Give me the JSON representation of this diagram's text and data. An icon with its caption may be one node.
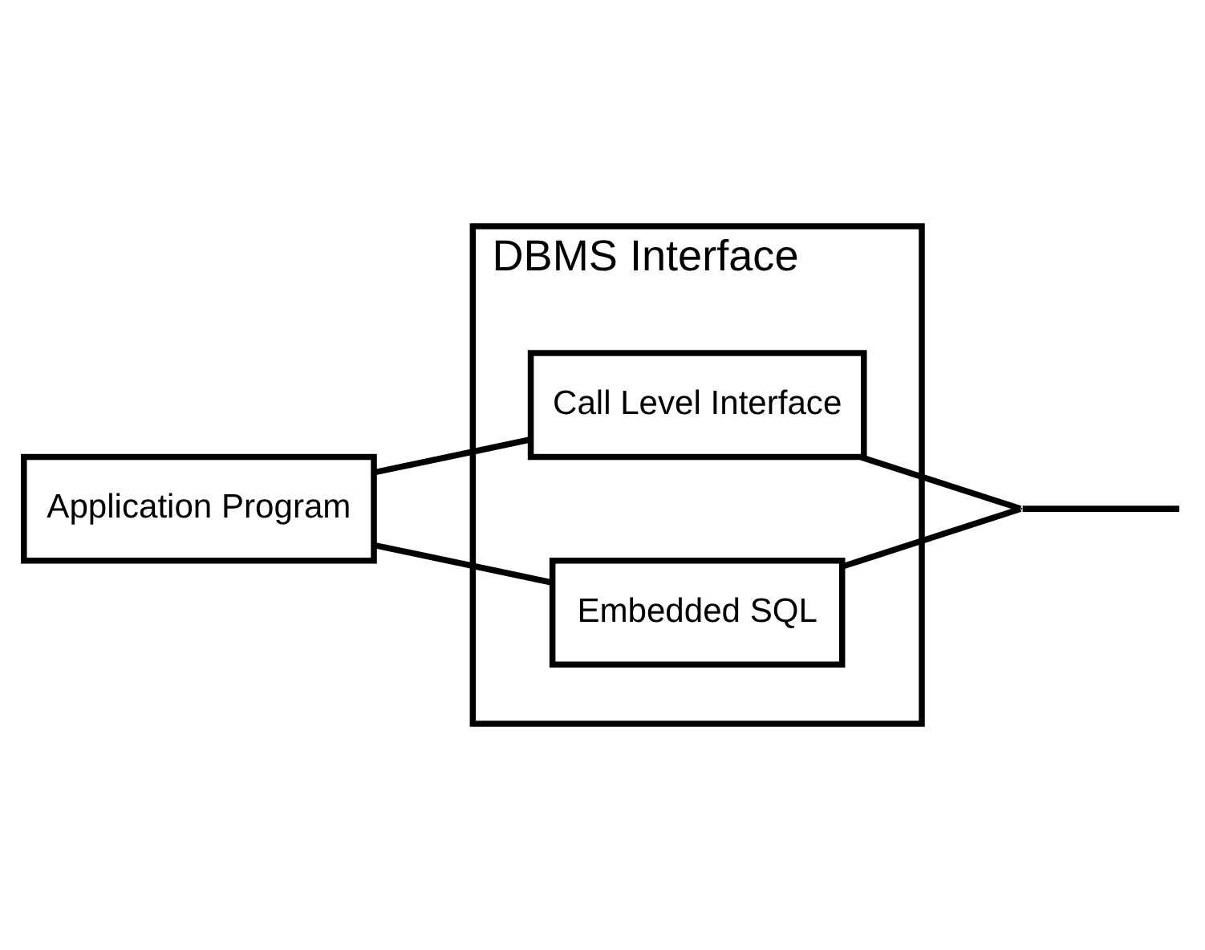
{
  "diagram": {
    "nodes": [
      {
        "text": [
          "Application Program"
        ]
      },
      {
        "text": [
          "DBMS Interface"
        ]
      },
      {
        "text": [
          "Call Level Interface"
        ],
        "in": 1
      },
      {
        "text": [
          "Embedded SQL"
        ],
        "in": 1
      },
      {
        "text": [],
        "shape": "point"
      }
    ],
    "edges": [
      {
        "from": 0,
        "to": 2,
        "arrow": "none"
      },
      {
        "from": 0,
        "to": 3,
        "arrow": "none"
      },
      {
        "from": 2,
        "to": 4,
        "arrow": "none"
      },
      {
        "from": 3,
        "to": 4,
        "arrow": "none"
      },
      {
        "from": 4,
        "to": null,
        "arrow": "none"
      }
    ]
  }
}
